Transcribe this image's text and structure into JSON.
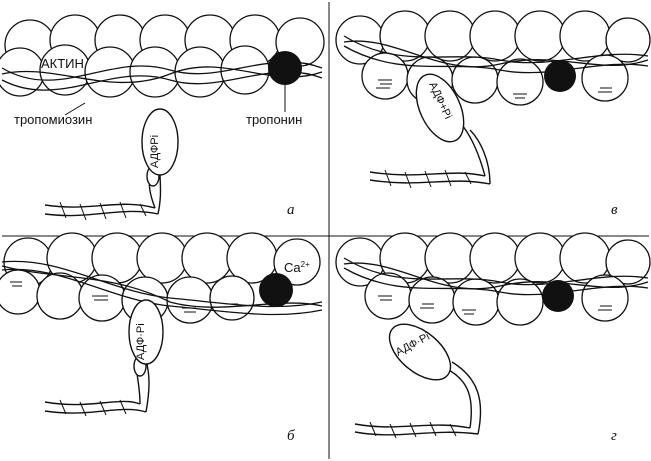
{
  "labels": {
    "actin": "АКТИН",
    "tropomyosin": "тропомиозин",
    "troponin": "тропонин",
    "adp_pi_a": "АДФPi",
    "adp_pi_b": "АДФ·Pi",
    "adp_pi_v": "АДФ+Pi",
    "adp_pi_g": "АДФ·Pi",
    "calcium": "Ca",
    "calcium_charge": "2+"
  },
  "panel_letters": {
    "a": "а",
    "b": "б",
    "v": "в",
    "g": "г"
  },
  "colors": {
    "stroke": "#111111",
    "troponin": "#111111",
    "background": "#ffffff"
  }
}
